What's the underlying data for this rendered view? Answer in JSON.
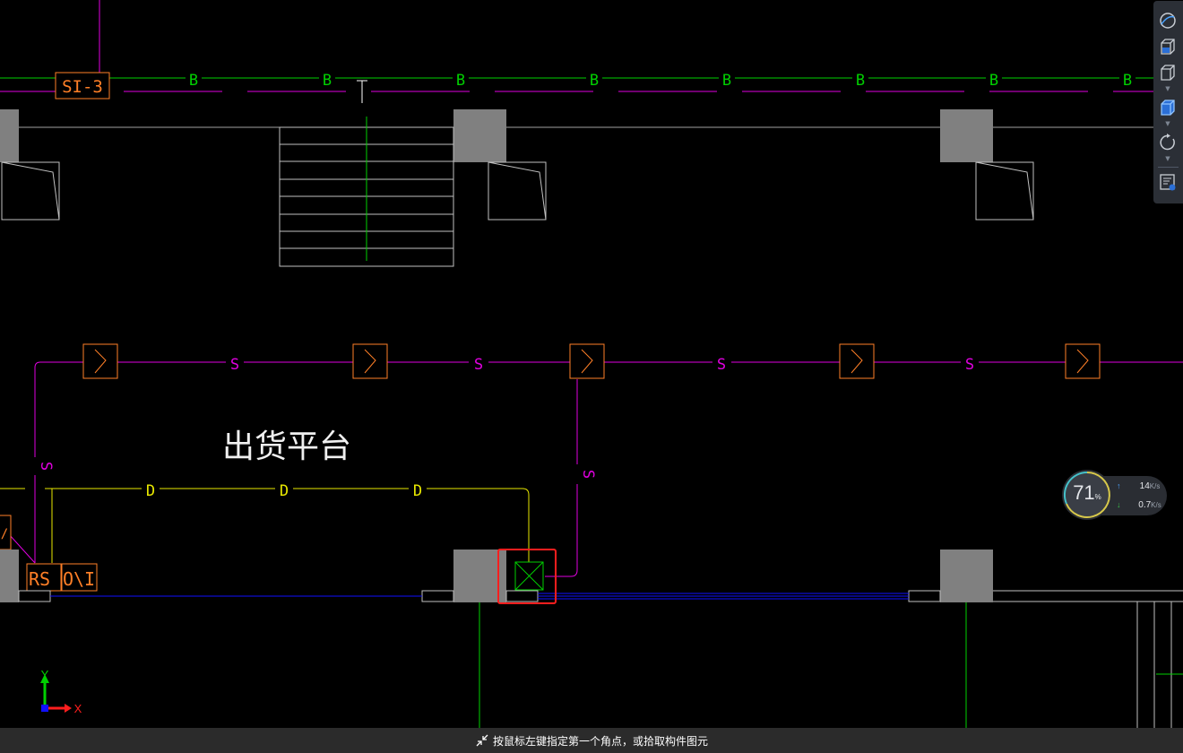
{
  "drawing": {
    "tag_top": "SI-3",
    "pipe_b_label": "B",
    "pipe_s_label": "S",
    "pipe_d_label": "D",
    "area_label": "出货平台",
    "tag_rs": "RS",
    "tag_on": "O\\I",
    "tag_left_partial": "/"
  },
  "axis": {
    "x": "X",
    "y": "Y"
  },
  "toolbar": {
    "items": [
      "orbit-view",
      "3d-view",
      "box-view",
      "solid-box-view",
      "rotate",
      "properties-panel"
    ]
  },
  "network": {
    "percent": "71",
    "percent_unit": "%",
    "upload": "14",
    "download": "0.7",
    "rate_unit": "K/s",
    "up_arrow": "↑",
    "down_arrow": "↓"
  },
  "status": {
    "prompt": "按鼠标左键指定第一个角点，或拾取构件图元"
  },
  "colors": {
    "green": "#00d000",
    "magenta": "#e000e0",
    "yellow": "#e8e800",
    "orange": "#ff7f27",
    "gray": "#808080",
    "blue": "#1010ff",
    "red": "#ff1e1e"
  }
}
